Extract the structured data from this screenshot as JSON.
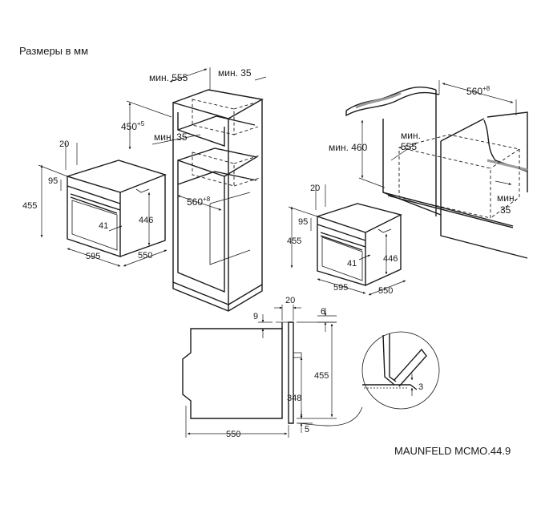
{
  "heading": "Размеры в мм",
  "model": "MAUNFELD MCMO.44.9",
  "cabinet_tall": {
    "depth_min": "мин. 555",
    "gap_back": "мин. 35",
    "gap_top": "мин. 35",
    "height": "450",
    "height_tol": "+5",
    "width": "560",
    "width_tol": "+8"
  },
  "oven_left": {
    "top_offset": "20",
    "panel_height": "95",
    "total_height": "455",
    "inner_height": "446",
    "handle_offset": "41",
    "width": "595",
    "depth": "550"
  },
  "cabinet_under": {
    "width": "560",
    "width_tol": "+8",
    "height_min": "мин. 460",
    "depth_min_1": "мин.",
    "depth_min_2": "555",
    "gap_1": "мин.",
    "gap_2": "35"
  },
  "oven_right": {
    "top_offset": "20",
    "panel_height": "95",
    "total_height": "455",
    "inner_height": "446",
    "handle_offset": "41",
    "width": "595",
    "depth": "550"
  },
  "side_view": {
    "front_thickness": "20",
    "top_lip": "9",
    "right_offset": "6",
    "height": "455",
    "inner_height": "348",
    "bottom_gap": "5",
    "depth": "550",
    "detail_gap": "3"
  }
}
